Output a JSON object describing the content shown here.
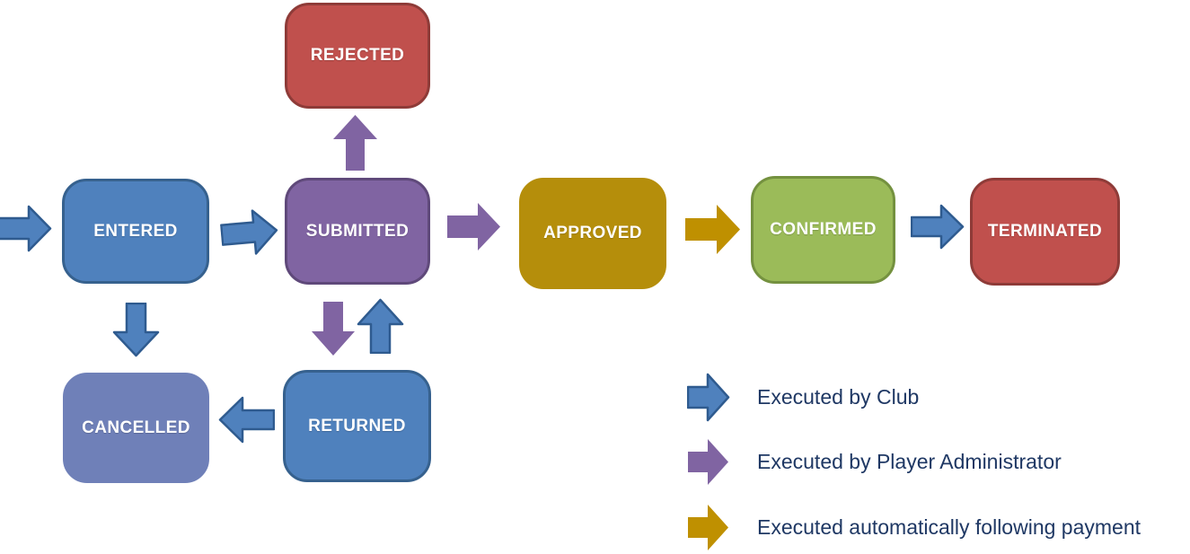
{
  "diagram": {
    "nodes": {
      "rejected": {
        "label": "REJECTED",
        "fill": "#C0504D",
        "border": "#8E3B38"
      },
      "entered": {
        "label": "ENTERED",
        "fill": "#4F81BD",
        "border": "#36618E"
      },
      "submitted": {
        "label": "SUBMITTED",
        "fill": "#8064A2",
        "border": "#5F497A"
      },
      "approved": {
        "label": "APPROVED",
        "fill": "#B58E0B",
        "border": "#B58E0B"
      },
      "confirmed": {
        "label": "CONFIRMED",
        "fill": "#9BBB59",
        "border": "#74913F"
      },
      "terminated": {
        "label": "TERMINATED",
        "fill": "#C0504D",
        "border": "#8E3B38"
      },
      "cancelled": {
        "label": "CANCELLED",
        "fill": "#6F80B8",
        "border": "#6F80B8"
      },
      "returned": {
        "label": "RETURNED",
        "fill": "#4F81BD",
        "border": "#36618E"
      }
    },
    "edges": [
      {
        "from": "start",
        "to": "entered",
        "actor": "club",
        "direction": "right"
      },
      {
        "from": "entered",
        "to": "submitted",
        "actor": "club",
        "direction": "right"
      },
      {
        "from": "submitted",
        "to": "rejected",
        "actor": "player-administrator",
        "direction": "up"
      },
      {
        "from": "submitted",
        "to": "approved",
        "actor": "player-administrator",
        "direction": "right"
      },
      {
        "from": "approved",
        "to": "confirmed",
        "actor": "automatic-payment",
        "direction": "right"
      },
      {
        "from": "confirmed",
        "to": "terminated",
        "actor": "club",
        "direction": "right"
      },
      {
        "from": "entered",
        "to": "cancelled",
        "actor": "club",
        "direction": "down"
      },
      {
        "from": "submitted",
        "to": "returned",
        "actor": "player-administrator",
        "direction": "down"
      },
      {
        "from": "returned",
        "to": "submitted",
        "actor": "club",
        "direction": "up"
      },
      {
        "from": "returned",
        "to": "cancelled",
        "actor": "club",
        "direction": "left"
      }
    ]
  },
  "legend": {
    "items": [
      {
        "icon": "legend-arrow-club-icon",
        "label": "Executed by Club",
        "arrow_color": "#4F81BD"
      },
      {
        "icon": "legend-arrow-player-admin-icon",
        "label": "Executed by Player Administrator",
        "arrow_color": "#8064A2"
      },
      {
        "icon": "legend-arrow-automatic-icon",
        "label": "Executed automatically following payment",
        "arrow_color": "#BF9000"
      }
    ],
    "text_color": "#1F3864"
  },
  "colors": {
    "club_blue": "#4F81BD",
    "club_blue_outline": "#2F5B8F",
    "player_admin_purple": "#8064A2",
    "automatic_gold": "#BF9000",
    "state_red": "#C0504D",
    "state_green": "#9BBB59",
    "state_slate_blue": "#6F80B8",
    "state_gold": "#B58E0B",
    "label_text": "#FFFFFF",
    "background": "#FFFFFF"
  }
}
